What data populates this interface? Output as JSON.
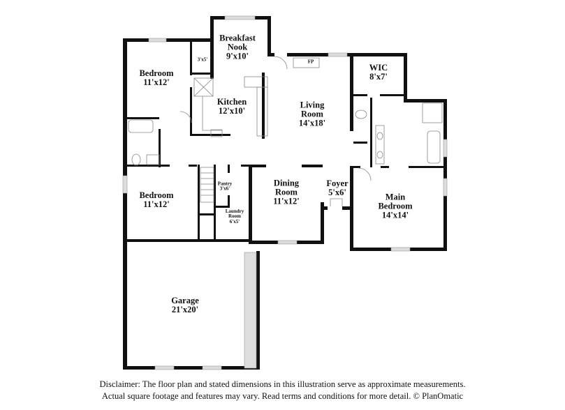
{
  "rooms": {
    "nook": {
      "name1": "Breakfast",
      "name2": "Nook",
      "dims": "9'x10'"
    },
    "bedroom1": {
      "name": "Bedroom",
      "dims": "11'x12'"
    },
    "closet": {
      "dims": "3'x5'"
    },
    "kitchen": {
      "name": "Kitchen",
      "dims": "12'x10'"
    },
    "living": {
      "name1": "Living",
      "name2": "Room",
      "dims": "14'x18'"
    },
    "fp": {
      "label": "FP"
    },
    "wic": {
      "name": "WIC",
      "dims": "8'x7'"
    },
    "bedroom2": {
      "name": "Bedroom",
      "dims": "11'x12'"
    },
    "pantry": {
      "name": "Pantry",
      "dims": "3'x6'"
    },
    "laundry": {
      "name1": "Laundry",
      "name2": "Room",
      "dims": "6'x5'"
    },
    "dining": {
      "name1": "Dining",
      "name2": "Room",
      "dims": "11'x12'"
    },
    "foyer": {
      "name": "Foyer",
      "dims": "5'x6'"
    },
    "main_bedroom": {
      "name1": "Main",
      "name2": "Bedroom",
      "dims": "14'x14'"
    },
    "garage": {
      "name": "Garage",
      "dims": "21'x20'"
    }
  },
  "disclaimer": {
    "line1": "Disclaimer: The floor plan and stated dimensions in this illustration serve as approximate measurements.",
    "line2": "Actual square footage and features may vary. Read terms and conditions for more detail. © PlanOmatic"
  },
  "colors": {
    "wall": "#111111",
    "window": "#cfcfcf",
    "fixture": "#888888"
  }
}
